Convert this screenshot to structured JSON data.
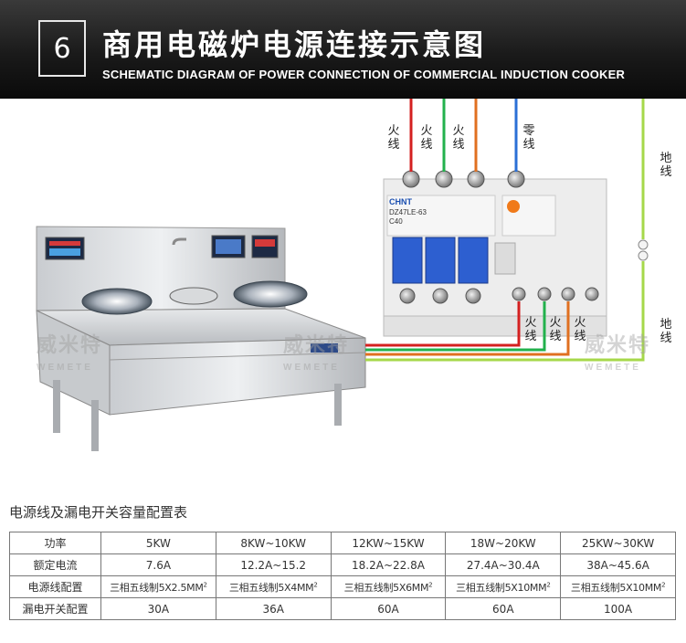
{
  "header": {
    "number": "6",
    "title_cn": "商用电磁炉电源连接示意图",
    "title_en": "SCHEMATIC DIAGRAM OF POWER CONNECTION OF COMMERCIAL INDUCTION COOKER"
  },
  "diagram": {
    "top_wire_labels": [
      {
        "text": "火线",
        "color": "#d42020"
      },
      {
        "text": "火线",
        "color": "#22b14c"
      },
      {
        "text": "火线",
        "color": "#e07020"
      },
      {
        "text": "零线",
        "color": "#2a6fd6"
      }
    ],
    "ground_label_top": "地线",
    "ground_label_bottom": "地线",
    "bottom_wire_labels": [
      "火线",
      "火线",
      "火线"
    ],
    "breaker": {
      "brand": "CHNT",
      "model": "DZ47LE-63",
      "rating": "C40"
    },
    "watermark": {
      "cn": "威米特",
      "en": "WEMETE"
    },
    "colors": {
      "live_red": "#d42020",
      "live_green": "#22b14c",
      "live_orange": "#e07020",
      "neutral_blue": "#2a6fd6",
      "ground_yellow_green": "#a6d84a",
      "breaker_blue": "#2d5fd0"
    }
  },
  "table": {
    "title": "电源线及漏电开关容量配置表",
    "rows": [
      {
        "head": "功率",
        "cells": [
          "5KW",
          "8KW~10KW",
          "12KW~15KW",
          "18W~20KW",
          "25KW~30KW"
        ]
      },
      {
        "head": "额定电流",
        "cells": [
          "7.6A",
          "12.2A~15.2",
          "18.2A~22.8A",
          "27.4A~30.4A",
          "38A~45.6A"
        ]
      },
      {
        "head": "电源线配置",
        "cells": [
          "三相五线制5X2.5MM",
          "三相五线制5X4MM",
          "三相五线制5X6MM",
          "三相五线制5X10MM",
          "三相五线制5X10MM"
        ],
        "sup": "2"
      },
      {
        "head": "漏电开关配置",
        "cells": [
          "30A",
          "36A",
          "60A",
          "60A",
          "100A"
        ]
      }
    ]
  }
}
